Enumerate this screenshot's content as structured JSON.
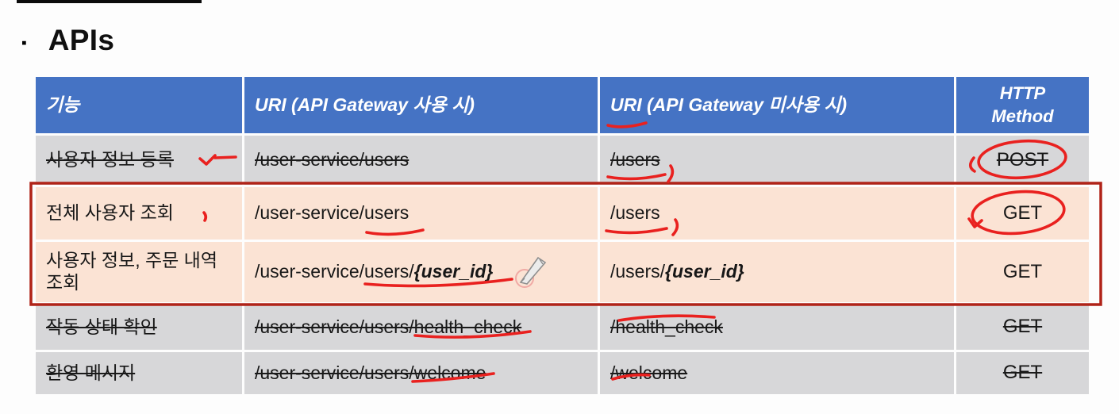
{
  "slide": {
    "bullet": "▪",
    "title": "APIs"
  },
  "colors": {
    "header_blue": "#4573c4",
    "row_gray": "#d7d7d9",
    "row_highlight_peach": "#fbe3d4",
    "pen_red": "#e9211f",
    "highlight_box_red": "#b02318",
    "header_text": "#ffffff",
    "body_text": "#171717"
  },
  "table": {
    "headers": {
      "feature": "기능",
      "uri_gateway": "URI (API Gateway 사용 시)",
      "uri_direct": "URI (API Gateway 미사용 시)",
      "method_line1": "HTTP",
      "method_line2": "Method"
    },
    "rows": [
      {
        "feature": "사용자 정보 등록",
        "uri_gateway": "/user-service/users",
        "uri_direct": "/users",
        "method": "POST",
        "struck": true
      },
      {
        "feature": "전체 사용자 조회",
        "uri_gateway": "/user-service/users",
        "uri_direct": "/users",
        "method": "GET",
        "struck": false
      },
      {
        "feature": "사용자 정보, 주문 내역 조회",
        "uri_gateway_prefix": "/user-service/users/",
        "uri_gateway_param": "{user_id}",
        "uri_direct_prefix": "/users/",
        "uri_direct_param": "{user_id}",
        "method": "GET",
        "struck": false
      },
      {
        "feature": "작동 상태 확인",
        "uri_gateway": "/user-service/users/health_check",
        "uri_direct": "/health_check",
        "method": "GET",
        "struck": true
      },
      {
        "feature": "환영 메시지",
        "uri_gateway": "/user-service/users/welcome",
        "uri_direct": "/welcome",
        "method": "GET",
        "struck": true
      }
    ]
  },
  "annotations": {
    "highlight_box": "hand-drawn red rectangle around rows 2 and 3",
    "circled_methods": [
      "POST",
      "GET"
    ],
    "red_underlines": [
      "URI (in 미사용 시 header)",
      "/users (row 1)",
      "users (row 2 gateway URI)",
      "/users (row 2)",
      "users/{user_id} (row 3)",
      "health_check (row 4)",
      "welcome (row 5)"
    ],
    "red_strikes": [
      "/health_check (row 4)",
      "/welcome (row 5)"
    ],
    "check_marks": [
      "after 사용자 정보 등록",
      "after 전체 사용자 조회"
    ],
    "pencil_icon": "gray pencil with red-circled tip after /user-service/users/{user_id}"
  }
}
